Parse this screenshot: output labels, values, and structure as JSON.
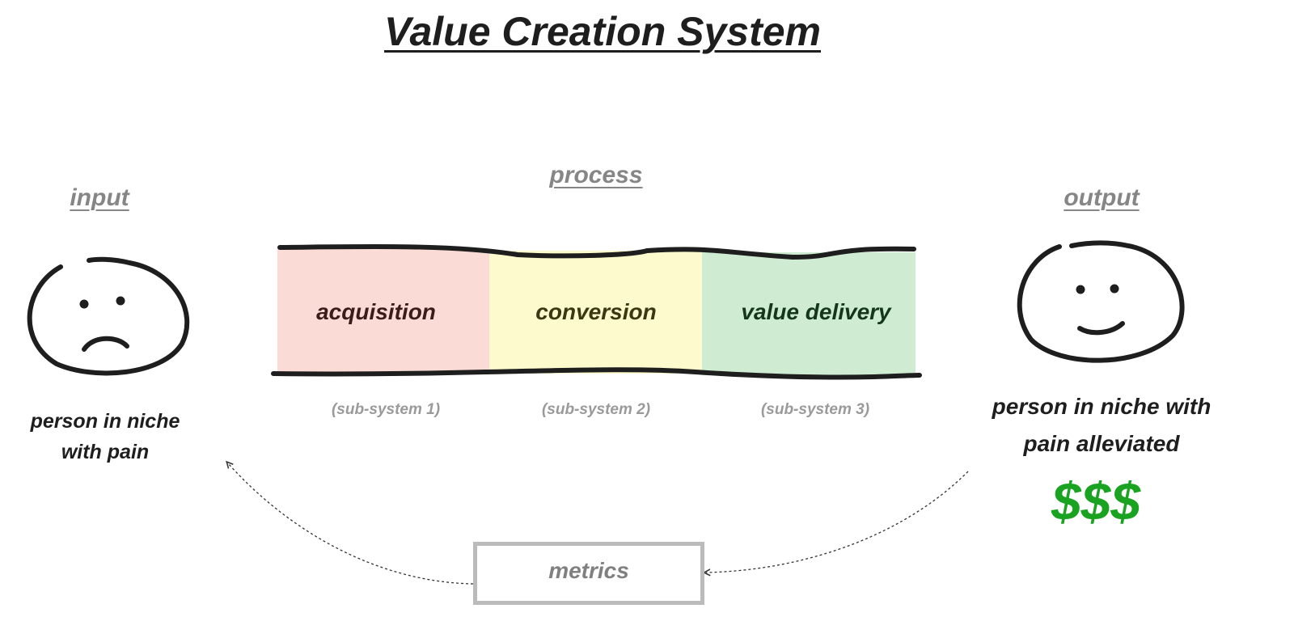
{
  "title": "Value Creation System",
  "input": {
    "heading": "input",
    "line1": "person in niche",
    "line2": "with pain",
    "face": "sad-face-icon"
  },
  "process": {
    "heading": "process",
    "stages": [
      {
        "label": "acquisition",
        "sub": "(sub-system 1)",
        "color": "#fadbd6",
        "text_color": "#3a1c1a"
      },
      {
        "label": "conversion",
        "sub": "(sub-system 2)",
        "color": "#fdfacd",
        "text_color": "#3a3812"
      },
      {
        "label": "value delivery",
        "sub": "(sub-system 3)",
        "color": "#cfecd3",
        "text_color": "#14361a"
      }
    ]
  },
  "output": {
    "heading": "output",
    "line1": "person in niche with",
    "line2": "pain alleviated",
    "money": "$$$",
    "money_color": "#1aa321",
    "face": "happy-face-icon"
  },
  "metrics": {
    "label": "metrics"
  }
}
